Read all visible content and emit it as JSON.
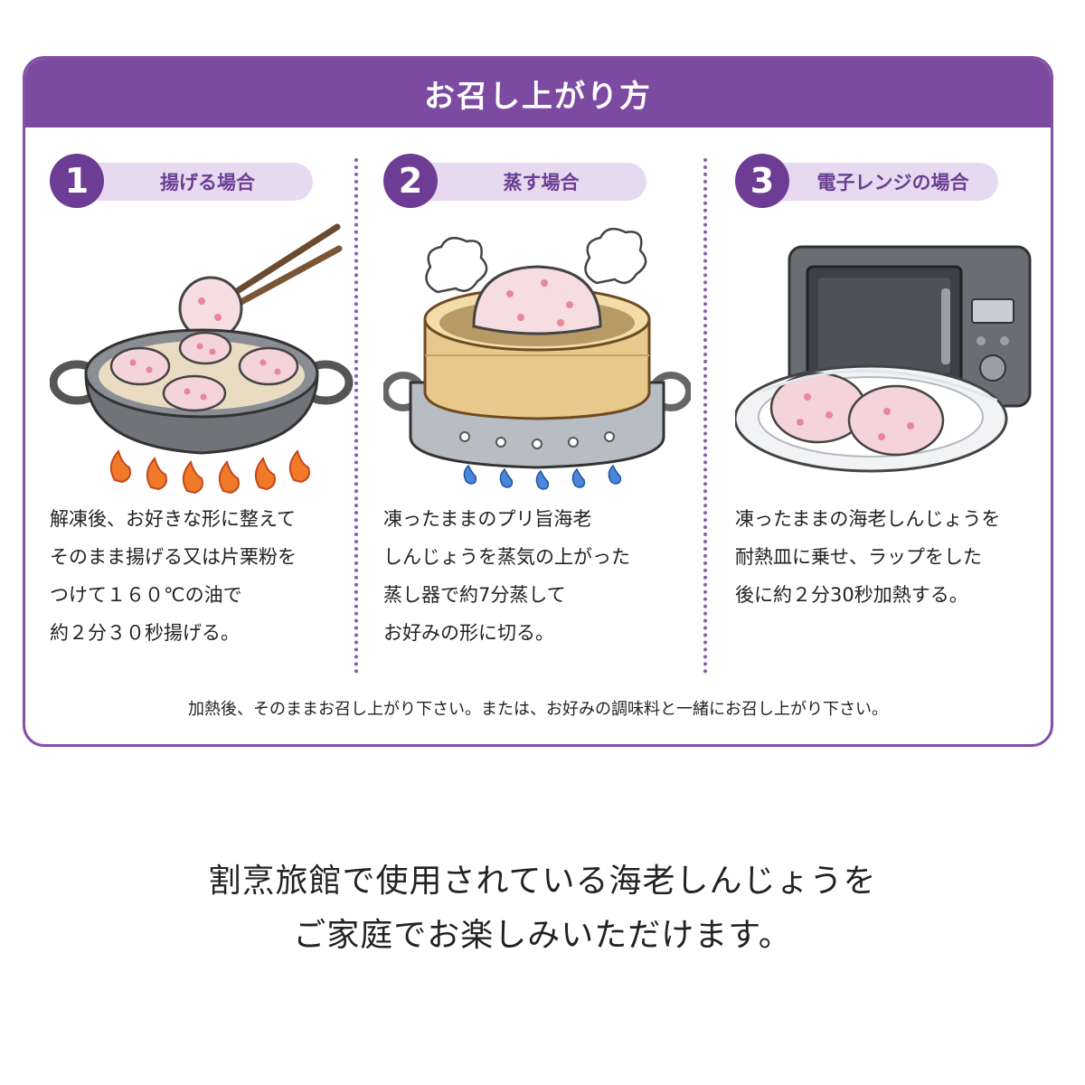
{
  "card": {
    "title": "お召し上がり方",
    "steps": [
      {
        "number": "1",
        "label": "揚げる場合",
        "lines": [
          "解凍後、お好きな形に整えて",
          "そのまま揚げる又は片栗粉を",
          "つけて１６０℃の油で",
          "約２分３０秒揚げる。"
        ]
      },
      {
        "number": "2",
        "label": "蒸す場合",
        "lines": [
          "凍ったままのプリ旨海老",
          "しんじょうを蒸気の上がった",
          "蒸し器で約7分蒸して",
          "お好みの形に切る。"
        ]
      },
      {
        "number": "3",
        "label": "電子レンジの場合",
        "lines": [
          "凍ったままの海老しんじょうを",
          "耐熱皿に乗せ、ラップをした",
          "後に約２分30秒加熱する。"
        ]
      }
    ],
    "footer": "加熱後、そのままお召し上がり下さい。または、お好みの調味料と一緒にお召し上がり下さい。"
  },
  "tagline": {
    "line1": "割烹旅館で使用されている海老しんじょうを",
    "line2": "ご家庭でお楽しみいただけます。"
  },
  "colors": {
    "purple": "#7d4aa1",
    "pill": "#e7daf0",
    "flame": "#f07a2a",
    "bamboo": "#e9c88b"
  },
  "icons": [
    "chopsticks-icon",
    "frying-pan-icon",
    "flame-icon",
    "steamer-icon",
    "steam-icon",
    "microwave-icon",
    "plate-icon"
  ]
}
